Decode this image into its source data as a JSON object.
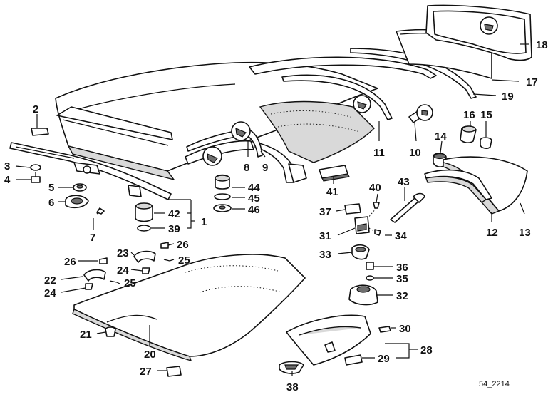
{
  "diagram": {
    "reference": "54_2214",
    "callouts": [
      {
        "id": "c1",
        "label": "1"
      },
      {
        "id": "c2",
        "label": "2"
      },
      {
        "id": "c3",
        "label": "3"
      },
      {
        "id": "c4",
        "label": "4"
      },
      {
        "id": "c5",
        "label": "5"
      },
      {
        "id": "c6",
        "label": "6"
      },
      {
        "id": "c7",
        "label": "7"
      },
      {
        "id": "c8",
        "label": "8"
      },
      {
        "id": "c9",
        "label": "9"
      },
      {
        "id": "c10",
        "label": "10"
      },
      {
        "id": "c11",
        "label": "11"
      },
      {
        "id": "c12",
        "label": "12"
      },
      {
        "id": "c13",
        "label": "13"
      },
      {
        "id": "c14",
        "label": "14"
      },
      {
        "id": "c15",
        "label": "15"
      },
      {
        "id": "c16",
        "label": "16"
      },
      {
        "id": "c17",
        "label": "17"
      },
      {
        "id": "c18",
        "label": "18"
      },
      {
        "id": "c19",
        "label": "19"
      },
      {
        "id": "c20",
        "label": "20"
      },
      {
        "id": "c21",
        "label": "21"
      },
      {
        "id": "c22",
        "label": "22"
      },
      {
        "id": "c23",
        "label": "23"
      },
      {
        "id": "c24a",
        "label": "24"
      },
      {
        "id": "c24b",
        "label": "24"
      },
      {
        "id": "c25a",
        "label": "25"
      },
      {
        "id": "c25b",
        "label": "25"
      },
      {
        "id": "c26a",
        "label": "26"
      },
      {
        "id": "c26b",
        "label": "26"
      },
      {
        "id": "c27",
        "label": "27"
      },
      {
        "id": "c28",
        "label": "28"
      },
      {
        "id": "c29",
        "label": "29"
      },
      {
        "id": "c30",
        "label": "30"
      },
      {
        "id": "c31",
        "label": "31"
      },
      {
        "id": "c32",
        "label": "32"
      },
      {
        "id": "c33",
        "label": "33"
      },
      {
        "id": "c34",
        "label": "34"
      },
      {
        "id": "c35",
        "label": "35"
      },
      {
        "id": "c36",
        "label": "36"
      },
      {
        "id": "c37",
        "label": "37"
      },
      {
        "id": "c38",
        "label": "38"
      },
      {
        "id": "c39",
        "label": "39"
      },
      {
        "id": "c40",
        "label": "40"
      },
      {
        "id": "c41",
        "label": "41"
      },
      {
        "id": "c42",
        "label": "42"
      },
      {
        "id": "c43",
        "label": "43"
      },
      {
        "id": "c44",
        "label": "44"
      },
      {
        "id": "c45",
        "label": "45"
      },
      {
        "id": "c46",
        "label": "46"
      }
    ]
  }
}
